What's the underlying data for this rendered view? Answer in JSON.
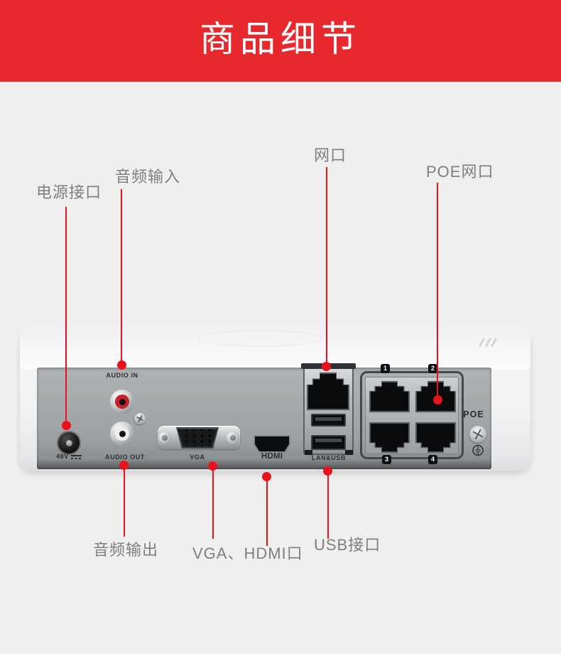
{
  "banner": {
    "title": "商品细节",
    "bg_color": "#e7292e",
    "text_color": "#ffffff"
  },
  "callouts": {
    "power": {
      "label": "电源接口"
    },
    "audio_in": {
      "label": "音频输入"
    },
    "lan": {
      "label": "网口"
    },
    "poe": {
      "label": "POE网口"
    },
    "audio_out": {
      "label": "音频输出"
    },
    "vga_hdmi": {
      "label": "VGA、HDMI口"
    },
    "usb": {
      "label": "USB接口"
    }
  },
  "panel": {
    "audio_in_label": "AUDIO IN",
    "audio_out_label": "AUDIO OUT",
    "power_label": "48V",
    "vga_label": "VGA",
    "hdmi_label": "HDMI",
    "lan_usb_label": "LAN&USB",
    "poe_label": "POE",
    "poe_port_numbers": [
      "1",
      "2",
      "3",
      "4"
    ]
  },
  "colors": {
    "banner_red": "#e7292e",
    "callout_red": "#e8121c",
    "label_gray": "#7e7e7e",
    "panel_gray": "#a4a8aa",
    "background": "#efefef"
  }
}
